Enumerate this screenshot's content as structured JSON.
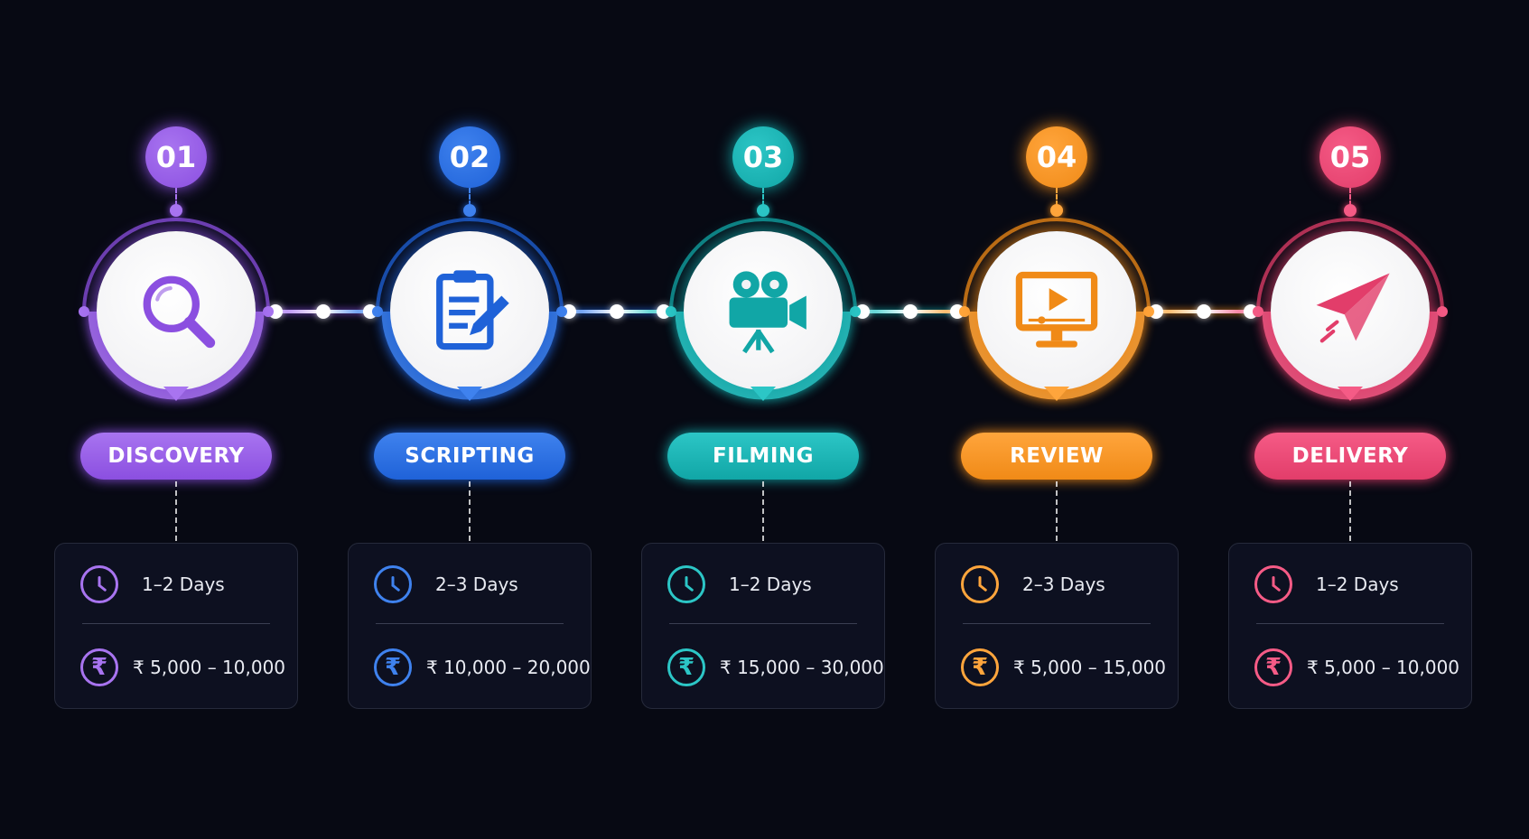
{
  "steps": [
    {
      "number": "01",
      "label": "DISCOVERY",
      "duration": "1–2 Days",
      "cost": "₹ 5,000 – 10,000",
      "icon": "magnifier-icon",
      "color": "#8b4fe0",
      "light": "#a874f0"
    },
    {
      "number": "02",
      "label": "SCRIPTING",
      "duration": "2–3 Days",
      "cost": "₹ 10,000 – 20,000",
      "icon": "clipboard-pencil-icon",
      "color": "#1f62d8",
      "light": "#3f82ee"
    },
    {
      "number": "03",
      "label": "FILMING",
      "duration": "1–2 Days",
      "cost": "₹ 15,000 – 30,000",
      "icon": "movie-camera-icon",
      "color": "#11a6a6",
      "light": "#2cc6c6"
    },
    {
      "number": "04",
      "label": "REVIEW",
      "duration": "2–3 Days",
      "cost": "₹ 5,000 – 15,000",
      "icon": "monitor-play-icon",
      "color": "#f08a17",
      "light": "#ffa53c"
    },
    {
      "number": "05",
      "label": "DELIVERY",
      "duration": "1–2 Days",
      "cost": "₹ 5,000 – 10,000",
      "icon": "paper-plane-icon",
      "color": "#e23d6a",
      "light": "#f55b86"
    }
  ],
  "card_icons": {
    "duration": "clock-icon",
    "cost": "rupee-icon",
    "rupee_symbol": "₹"
  }
}
